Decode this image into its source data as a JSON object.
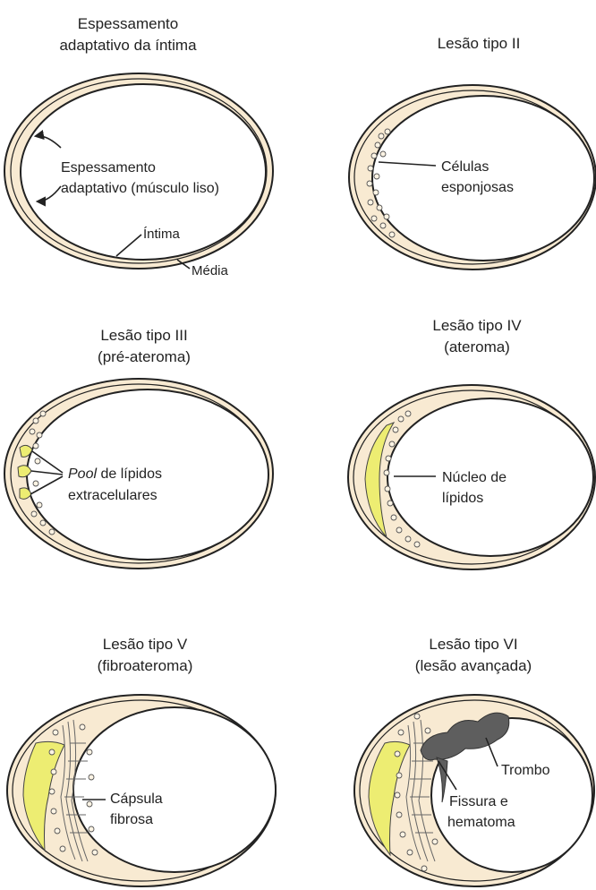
{
  "panels": [
    {
      "id": "p1",
      "title_lines": [
        "Espessamento",
        "adaptativo da íntima"
      ],
      "labels": {
        "thickening_1": "Espessamento",
        "thickening_2": "adaptativo (músculo liso)",
        "intima": "Íntima",
        "media": "Média"
      }
    },
    {
      "id": "p2",
      "title_lines": [
        "Lesão tipo II"
      ],
      "labels": {
        "cells_1": "Células",
        "cells_2": "esponjosas"
      }
    },
    {
      "id": "p3",
      "title_lines": [
        "Lesão tipo III",
        "(pré-ateroma)"
      ],
      "labels": {
        "pool_italic": "Pool",
        "pool_rest": " de lípidos",
        "pool_2": "extracelulares"
      }
    },
    {
      "id": "p4",
      "title_lines": [
        "Lesão tipo IV",
        "(ateroma)"
      ],
      "labels": {
        "core_1": "Núcleo de",
        "core_2": "lípidos"
      }
    },
    {
      "id": "p5",
      "title_lines": [
        "Lesão tipo V",
        "(fibroateroma)"
      ],
      "labels": {
        "cap_1": "Cápsula",
        "cap_2": "fibrosa"
      }
    },
    {
      "id": "p6",
      "title_lines": [
        "Lesão tipo VI",
        "(lesão avançada)"
      ],
      "labels": {
        "thrombus": "Trombo",
        "fissure_1": "Fissura e",
        "fissure_2": "hematoma"
      }
    }
  ],
  "colors": {
    "wall": "#f8ead2",
    "lipid": "#eded72",
    "thrombus": "#5e5e5e",
    "outline": "#222222"
  }
}
